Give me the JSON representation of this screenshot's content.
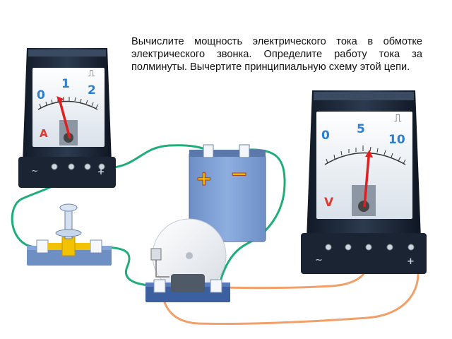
{
  "task_text": "Вычислите мощность электрического тока в обмотке электрического звонка. Определите работу тока за полминуты. Вычертите принципиальную схему этой цепи.",
  "ammeter": {
    "letter": "A",
    "scale": [
      "0",
      "1",
      "2"
    ],
    "dc_symbol": "⎍",
    "terminal_minus": "~",
    "terminal_plus": "+"
  },
  "voltmeter": {
    "letter": "V",
    "scale": [
      "0",
      "5",
      "10"
    ],
    "dc_symbol": "⎍",
    "terminal_minus": "~",
    "terminal_plus": "+"
  },
  "battery": {
    "plus": "+",
    "minus": "−"
  },
  "colors": {
    "wire_green": "#1fae7a",
    "wire_orange": "#f2a06a",
    "meter_body": "#1f2a3a",
    "scale_blue": "#2a7fd0",
    "pointer_red": "#e02020",
    "battery_blue": "#7f9fd0",
    "terminal_yellow": "#f2c200"
  }
}
